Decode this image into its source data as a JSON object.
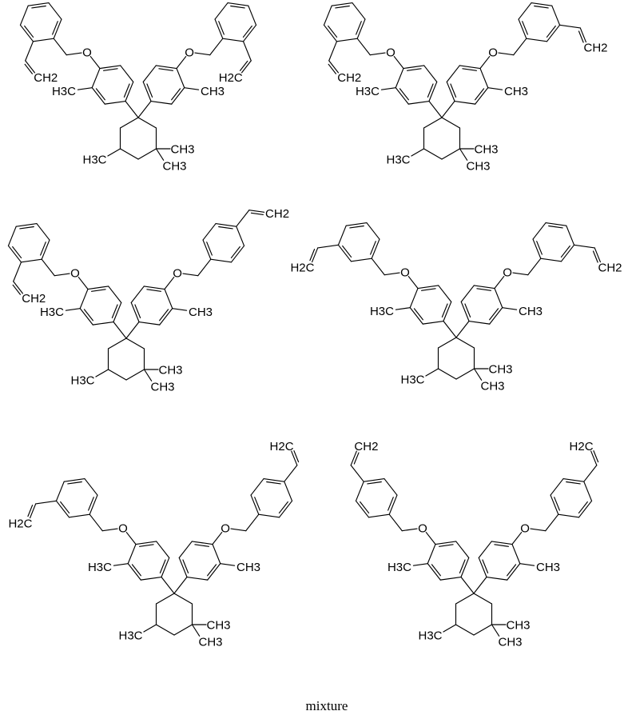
{
  "labels": {
    "methyl_left": "H3C",
    "methyl_right": "CH3",
    "oxygen": "O",
    "vinyl_left": "H2C",
    "vinyl_right": "CH2"
  },
  "caption": "mixture"
}
